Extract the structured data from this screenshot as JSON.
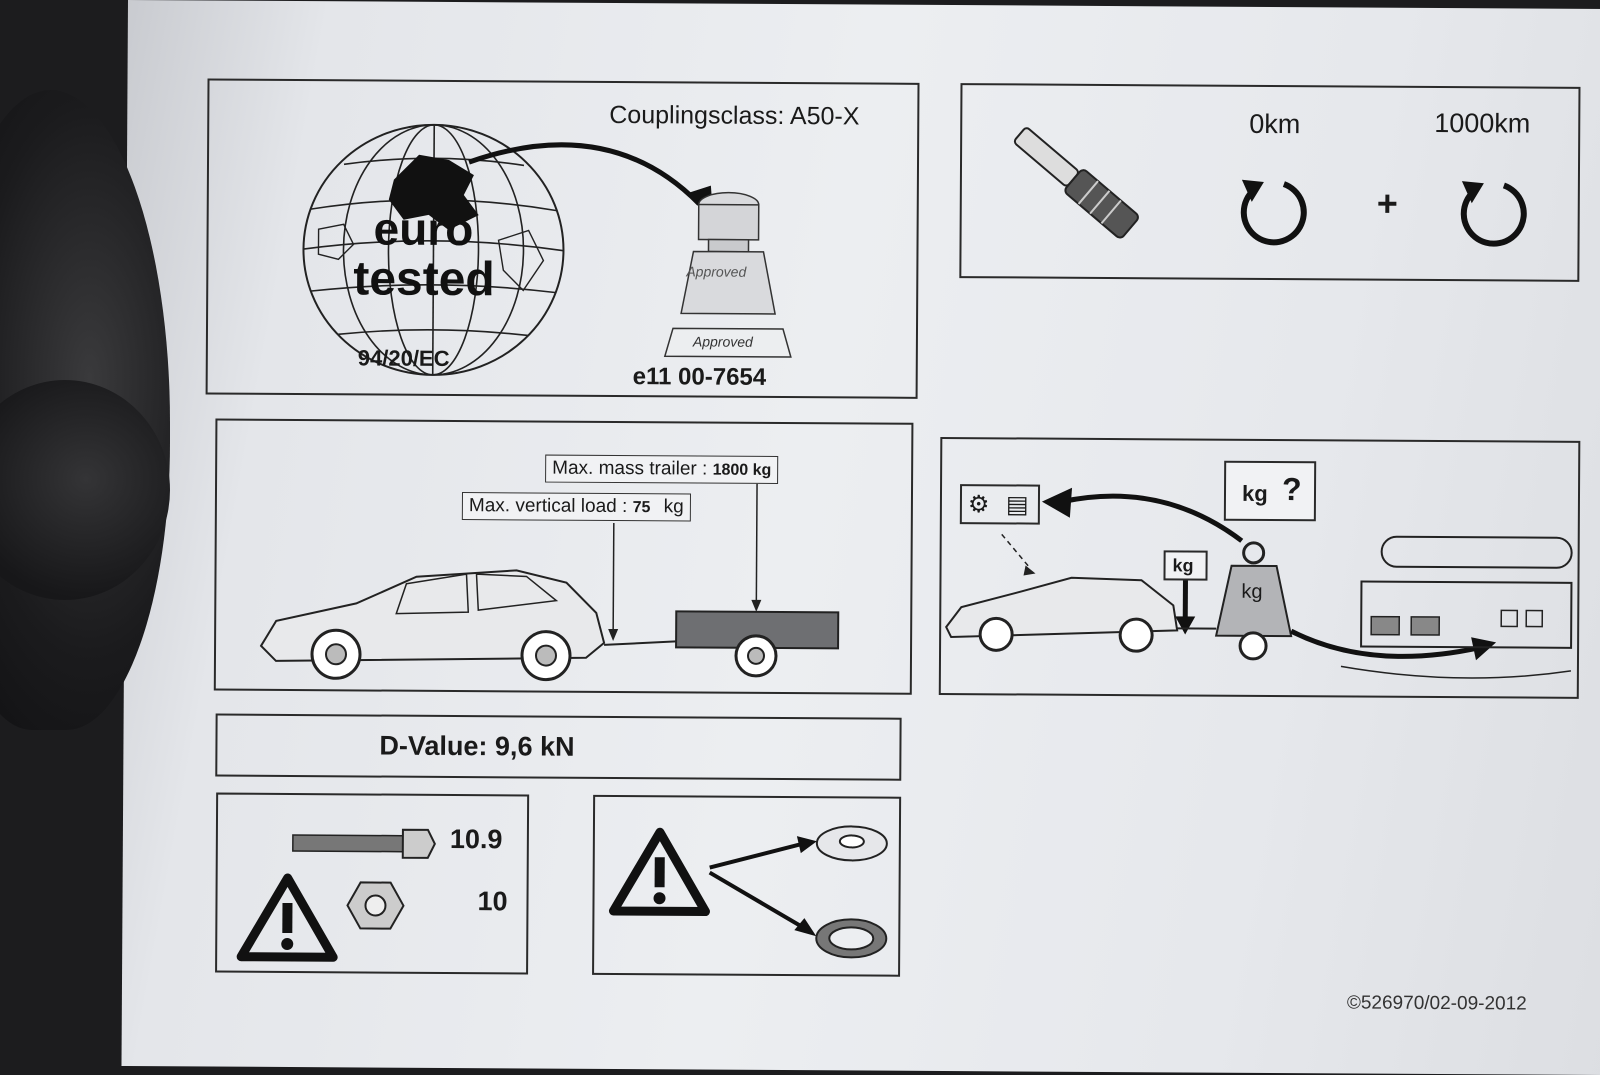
{
  "approval": {
    "coupling_class": "Couplingsclass: A50-X",
    "globe_line1": "euro",
    "globe_line2": "tested",
    "directive": "94/20/EC",
    "stamp_label_top": "Approved",
    "stamp_label_bottom": "Approved",
    "approval_number": "e11 00-7654"
  },
  "torque": {
    "stage1_label": "0km",
    "plus": "+",
    "stage2_label": "1000km"
  },
  "loads": {
    "max_mass_trailer_label": "Max. mass trailer :",
    "max_mass_trailer_value": "1800 kg",
    "max_vertical_load_label": "Max. vertical load :",
    "max_vertical_load_value": "75",
    "max_vertical_load_unit": "kg"
  },
  "weighing": {
    "question_label": "kg",
    "question_mark": "?",
    "arrow_label": "kg",
    "weight_label": "kg"
  },
  "d_value": "D-Value: 9,6 kN",
  "bolts": {
    "bolt_grade": "10.9",
    "nut_grade": "10"
  },
  "footer": {
    "code": "©526970/02-09-2012"
  }
}
